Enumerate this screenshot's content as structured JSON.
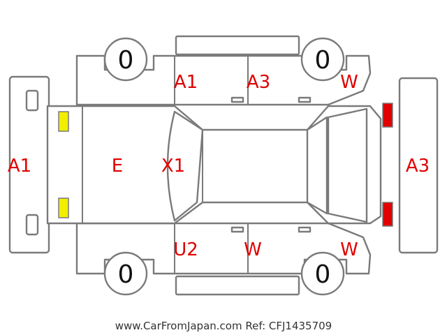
{
  "marks": {
    "front_bumper": "A1",
    "hood": "E",
    "windshield": "X1",
    "roof_left_front_door": "A1",
    "roof_left_rear_door": "A3",
    "left_rear_fender": "W",
    "right_front_door": "U2",
    "right_rear_door": "W",
    "right_rear_fender": "W",
    "rear_bumper": "A3"
  },
  "wheels": {
    "front_left": "0",
    "rear_left": "0",
    "front_right": "0",
    "rear_right": "0"
  },
  "footer": "www.CarFromJapan.com Ref: CFJ1435709",
  "colors": {
    "mark": "#e00000",
    "outline": "#7a7a7a",
    "front_lamp": "#f2ee00",
    "rear_lamp": "#e00000"
  }
}
